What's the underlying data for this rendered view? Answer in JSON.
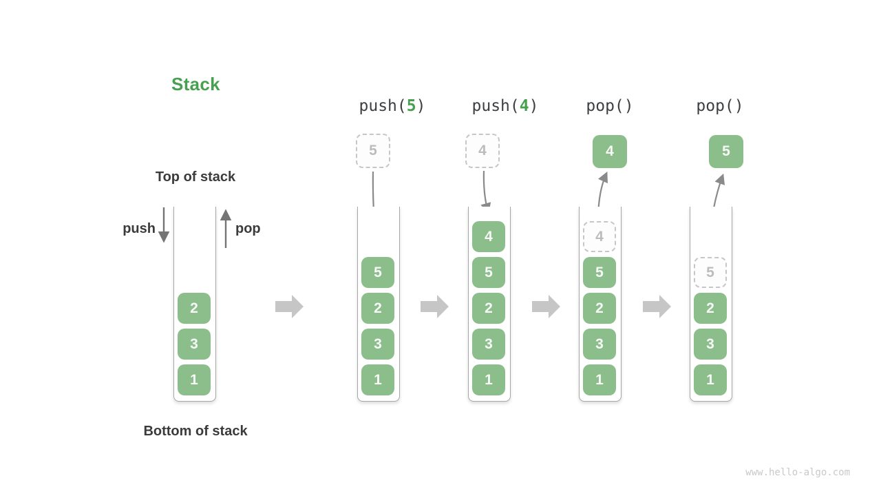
{
  "title": "Stack",
  "labels": {
    "top_of_stack": "Top of stack",
    "bottom_of_stack": "Bottom of stack",
    "push": "push",
    "pop": "pop"
  },
  "operations": [
    {
      "pre": "push(",
      "arg": "5",
      "post": ")"
    },
    {
      "pre": "push(",
      "arg": "4",
      "post": ")"
    },
    {
      "pre": "pop()",
      "arg": "",
      "post": ""
    },
    {
      "pre": "pop()",
      "arg": "",
      "post": ""
    }
  ],
  "stacks": {
    "initial": {
      "values": [
        "2",
        "3",
        "1"
      ]
    },
    "after_push5": {
      "incoming": "5",
      "values": [
        "5",
        "2",
        "3",
        "1"
      ]
    },
    "after_push4": {
      "incoming": "4",
      "values": [
        "4",
        "5",
        "2",
        "3",
        "1"
      ]
    },
    "after_pop4": {
      "popped": "4",
      "ghost": "4",
      "values": [
        "5",
        "2",
        "3",
        "1"
      ]
    },
    "after_pop5": {
      "popped": "5",
      "ghost": "5",
      "values": [
        "2",
        "3",
        "1"
      ]
    }
  },
  "colors": {
    "cell_green": "#8cbe8c",
    "accent_green": "#47a04f",
    "text_dark": "#3b3b3b",
    "code_text": "#3c4043",
    "thin_arrow": "#8a8a8a",
    "straight_arrow": "#757575",
    "block_arrow": "#c6c6c6",
    "container_border": "#a6a6a6",
    "ghost_border": "#c6c6c6",
    "ghost_text": "#bcbcbc"
  },
  "watermark": "www.hello-algo.com"
}
